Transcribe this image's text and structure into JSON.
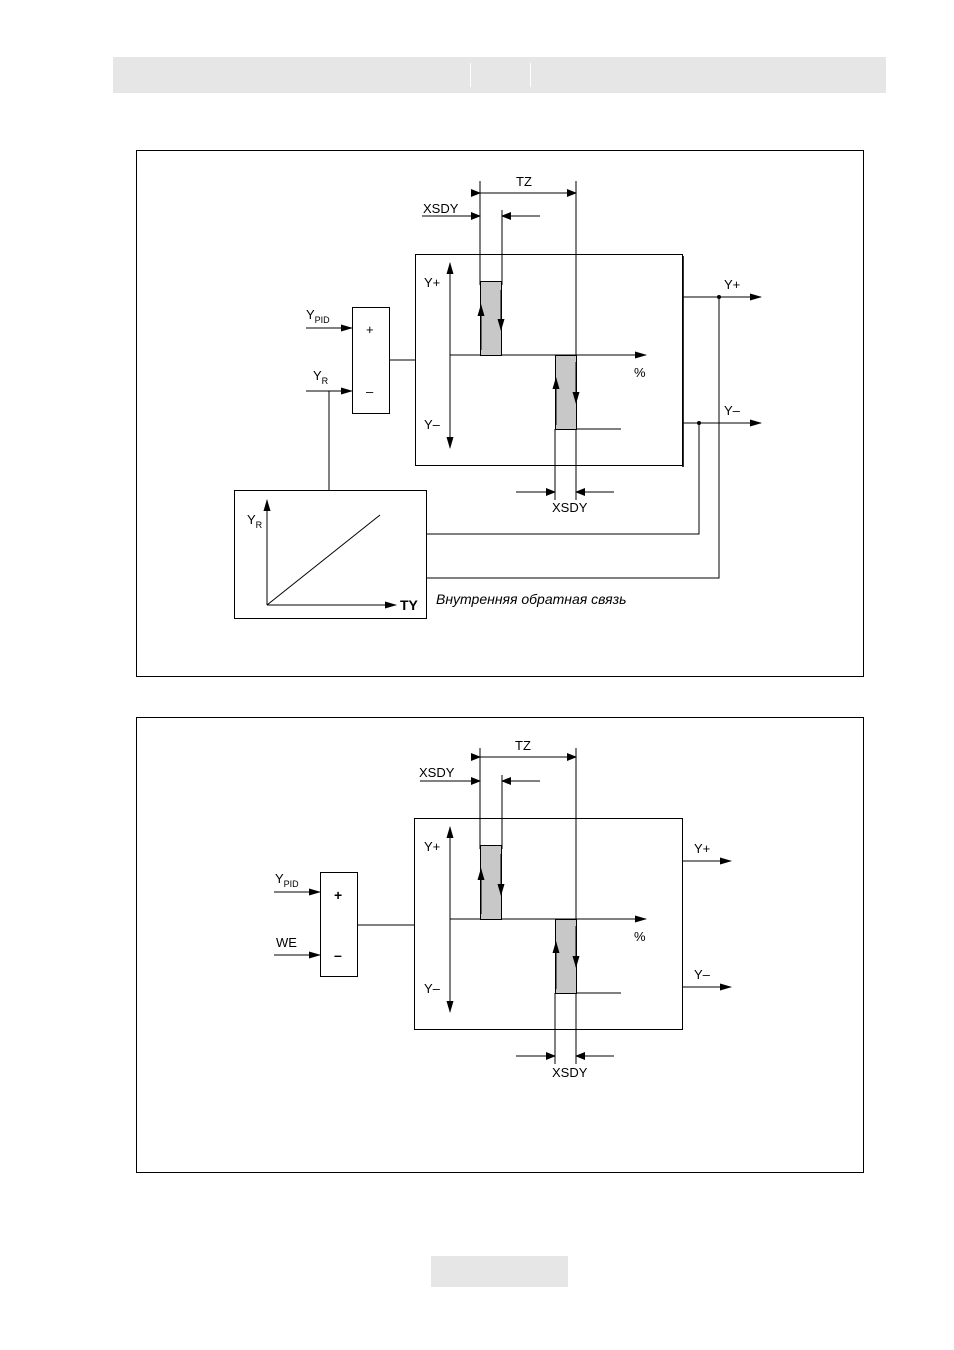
{
  "diagram1": {
    "label_tz": "TZ",
    "label_xsdy_top": "XSDY",
    "label_xsdy_bottom": "XSDY",
    "label_y_plus_axis": "Y+",
    "label_y_minus_axis": "Y–",
    "label_percent": "%",
    "label_y_plus_out": "Y+",
    "label_y_minus_out": "Y–",
    "input_ypid_main": "Y",
    "input_ypid_sub": "PID",
    "input_yr_main": "Y",
    "input_yr_sub": "R",
    "sum_plus": "+",
    "sum_minus": "–",
    "graph_yr_main": "Y",
    "graph_yr_sub": "R",
    "graph_ty": "TY",
    "feedback_caption": "Внутренняя обратная связь"
  },
  "diagram2": {
    "label_tz": "TZ",
    "label_xsdy_top": "XSDY",
    "label_xsdy_bottom": "XSDY",
    "label_y_plus_axis": "Y+",
    "label_y_minus_axis": "Y–",
    "label_percent": "%",
    "label_y_plus_out": "Y+",
    "label_y_minus_out": "Y–",
    "input_ypid_main": "Y",
    "input_ypid_sub": "PID",
    "input_we": "WE",
    "sum_plus": "+",
    "sum_minus": "–"
  }
}
